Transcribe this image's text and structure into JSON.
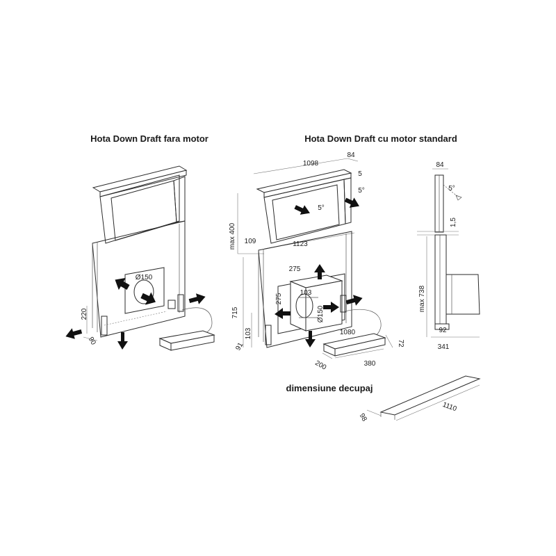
{
  "titles": {
    "left": "Hota Down Draft fara motor",
    "right": "Hota Down Draft cu motor standard",
    "cutout": "dimensiune decupaj"
  },
  "left_dims": {
    "duct": "Ø150",
    "height": "220",
    "depth": "90"
  },
  "center_dims": {
    "width_top": "1098",
    "depth_top": "84",
    "angle_small": "5",
    "angle_right": "5°",
    "angle_glass": "5°",
    "max_height": "max 400",
    "side": "109",
    "width_mid": "1123",
    "motor_w": "275",
    "motor_d": "275",
    "motor_inner": "103",
    "motor_duct": "Ø150",
    "body_height": "715",
    "base_h": "103",
    "foot": "91",
    "box_len": "1080",
    "box_h": "72",
    "box_w": "380",
    "box_d": "200"
  },
  "side_dims": {
    "top": "84",
    "angle": "5°",
    "gap": "1,5",
    "max_height": "max 738",
    "bottom": "92",
    "total": "341"
  },
  "cutout_dims": {
    "width": "1110",
    "depth": "98"
  }
}
